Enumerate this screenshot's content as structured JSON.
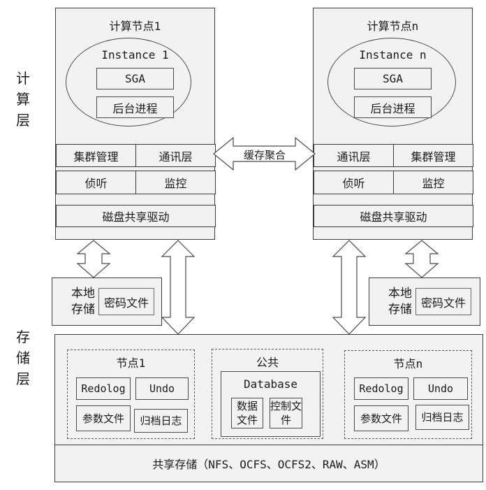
{
  "page": {
    "background": "#ffffff",
    "box_fill": "#f2f2f2",
    "border_color": "#3c3c3c",
    "text_color": "#1a1a1a"
  },
  "layers": {
    "compute_label": "计算层",
    "storage_label": "存储层"
  },
  "compute_nodes": [
    {
      "title": "计算节点1",
      "instance": {
        "label": "Instance 1",
        "sga": "SGA",
        "background_process": "后台进程"
      },
      "row1": [
        "集群管理",
        "通讯层"
      ],
      "row2": [
        "侦听",
        "监控"
      ],
      "disk_share_driver": "磁盘共享驱动"
    },
    {
      "title": "计算节点n",
      "instance": {
        "label": "Instance n",
        "sga": "SGA",
        "background_process": "后台进程"
      },
      "row1": [
        "通讯层",
        "集群管理"
      ],
      "row2": [
        "侦听",
        "监控"
      ],
      "disk_share_driver": "磁盘共享驱动"
    }
  ],
  "cache_fusion_label": "缓存聚合",
  "local_storage": [
    {
      "label": "本地存储",
      "password_file": "密码文件"
    },
    {
      "label": "本地存储",
      "password_file": "密码文件"
    }
  ],
  "storage": {
    "node1": {
      "title": "节点1",
      "items": [
        "Redolog",
        "Undo",
        "参数文件",
        "归档日志"
      ]
    },
    "common": {
      "title": "公共",
      "database": {
        "label": "Database",
        "files": [
          "数据文件",
          "控制文件"
        ]
      }
    },
    "noden": {
      "title": "节点n",
      "items": [
        "Redolog",
        "Undo",
        "参数文件",
        "归档日志"
      ]
    },
    "shared_label": "共享存储（NFS、OCFS、OCFS2、RAW、ASM）"
  }
}
